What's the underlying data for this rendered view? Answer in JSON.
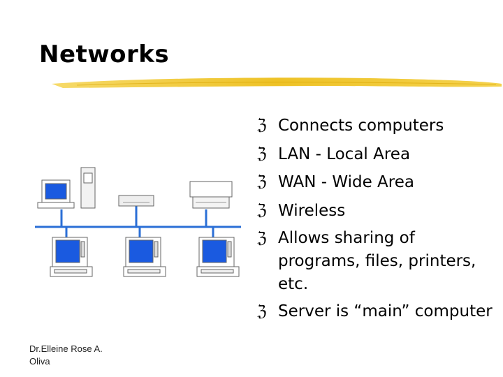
{
  "slide": {
    "title": "Networks",
    "bullet_icon": "z-bullet-glyph",
    "bullets": [
      "Connects computers",
      "LAN -  Local Area",
      "WAN - Wide Area",
      "Wireless",
      "Allows sharing of programs, files, printers, etc.",
      "Server is “main” computer"
    ],
    "footer": "Dr.Elleine Rose A. Oliva"
  },
  "colors": {
    "accent_line": "#F0C830",
    "network_cable": "#2B6FD6",
    "screen": "#1A5AE0"
  }
}
